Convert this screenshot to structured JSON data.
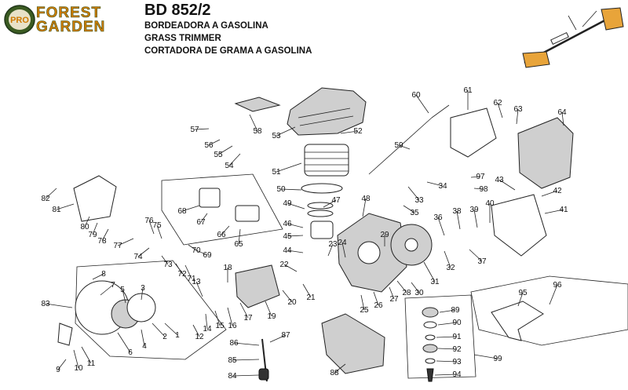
{
  "header": {
    "brand_badge": "PRO",
    "brand_line1": "FOREST",
    "brand_line2": "GARDEN",
    "model": "BD 852/2",
    "subtitle_lines": [
      "BORDEADORA A GASOLINA",
      "GRASS TRIMMER",
      "CORTADORA DE GRAMA A GASOLINA"
    ]
  },
  "colors": {
    "brand_orange": "#cf7a00",
    "brand_green": "#3b5b22",
    "line": "#222222"
  },
  "callouts": [
    "1",
    "2",
    "3",
    "4",
    "5",
    "6",
    "7",
    "8",
    "9",
    "10",
    "11",
    "12",
    "13",
    "14",
    "15",
    "16",
    "17",
    "18",
    "19",
    "20",
    "21",
    "22",
    "23",
    "24",
    "25",
    "26",
    "27",
    "28",
    "29",
    "30",
    "31",
    "32",
    "33",
    "34",
    "35",
    "36",
    "37",
    "38",
    "39",
    "40",
    "41",
    "42",
    "43",
    "44",
    "45",
    "46",
    "47",
    "48",
    "49",
    "50",
    "51",
    "52",
    "53",
    "54",
    "55",
    "56",
    "57",
    "58",
    "59",
    "60",
    "61",
    "62",
    "63",
    "64",
    "65",
    "66",
    "67",
    "68",
    "69",
    "70",
    "71",
    "72",
    "73",
    "74",
    "75",
    "76",
    "77",
    "78",
    "79",
    "80",
    "81",
    "82",
    "83",
    "84",
    "85",
    "86",
    "87",
    "88",
    "89",
    "90",
    "91",
    "92",
    "93",
    "94",
    "95",
    "96",
    "97",
    "98",
    "99"
  ]
}
